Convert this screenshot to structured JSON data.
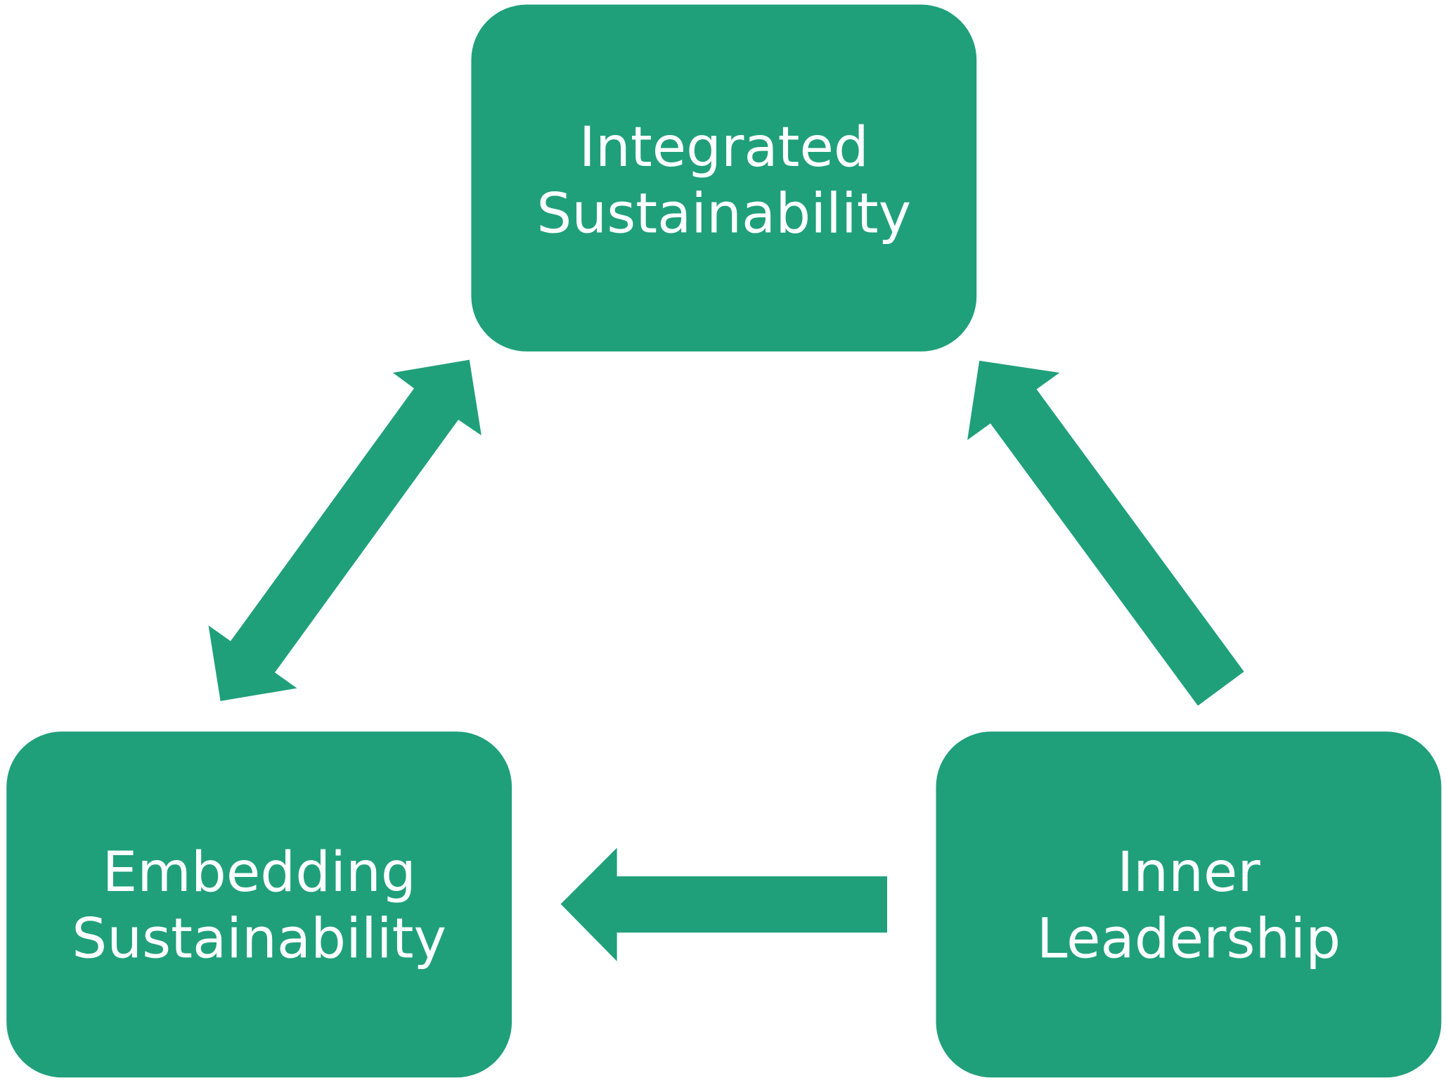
{
  "diagram": {
    "colors": {
      "fill": "#1fa07a",
      "text": "#ffffff",
      "background": "#ffffff"
    },
    "nodes": [
      {
        "id": "integrated",
        "lines": [
          "Integrated",
          "Sustainability"
        ]
      },
      {
        "id": "embedding",
        "lines": [
          "Embedding",
          "Sustainability"
        ]
      },
      {
        "id": "inner",
        "lines": [
          "Inner",
          "Leadership"
        ]
      }
    ],
    "edges": [
      {
        "from": "embedding",
        "to": "integrated",
        "type": "bidirectional"
      },
      {
        "from": "inner",
        "to": "integrated",
        "type": "directed"
      },
      {
        "from": "inner",
        "to": "embedding",
        "type": "directed"
      }
    ]
  }
}
